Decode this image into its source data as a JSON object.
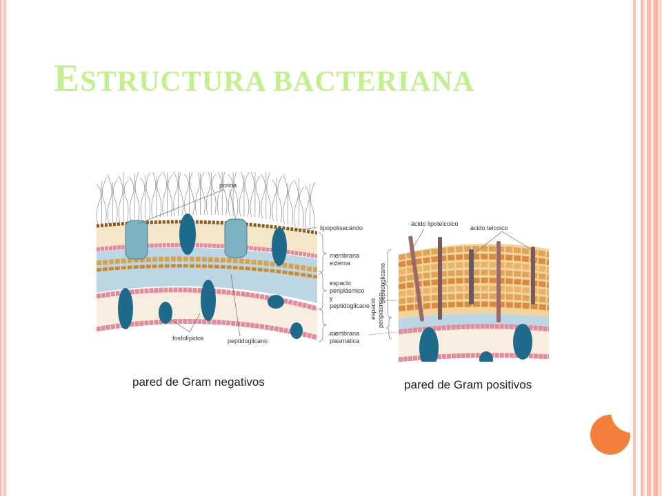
{
  "title": {
    "first": "E",
    "rest": "structura bacteriana"
  },
  "colors": {
    "title": "#c3f08f",
    "accent_orange": "#f47f3b",
    "frame": "#f6b3a8",
    "protein": "#1e6a8a",
    "lipid_head": "#e58a9a",
    "periplasm": "#bcd6e4"
  },
  "gram_negative": {
    "caption": "pared de Gram negativos",
    "labels": {
      "porina": "porina",
      "lipopolisacarido": "lipopolisacárido",
      "membrana_externa_1": "membrana",
      "membrana_externa_2": "externa",
      "espacio_1": "espacio",
      "espacio_2": "periplásmico",
      "espacio_3": "y",
      "espacio_4": "peptidoglicano",
      "membrana_plasmatica_1": "membrana",
      "membrana_plasmatica_2": "plasmática",
      "fosfolipidos": "fosfolípidos",
      "peptidoglicano": "peptidoglicano"
    }
  },
  "gram_positive": {
    "caption": "pared de Gram positivos",
    "labels": {
      "acido_lipoteicoico": "ácido lipoteicoico",
      "acido_teicoico": "ácido teicoico",
      "peptidoglicano_vertical": "peptidoglicano",
      "espacio_vertical_1": "espacio",
      "espacio_vertical_2": "periplásmico"
    }
  }
}
